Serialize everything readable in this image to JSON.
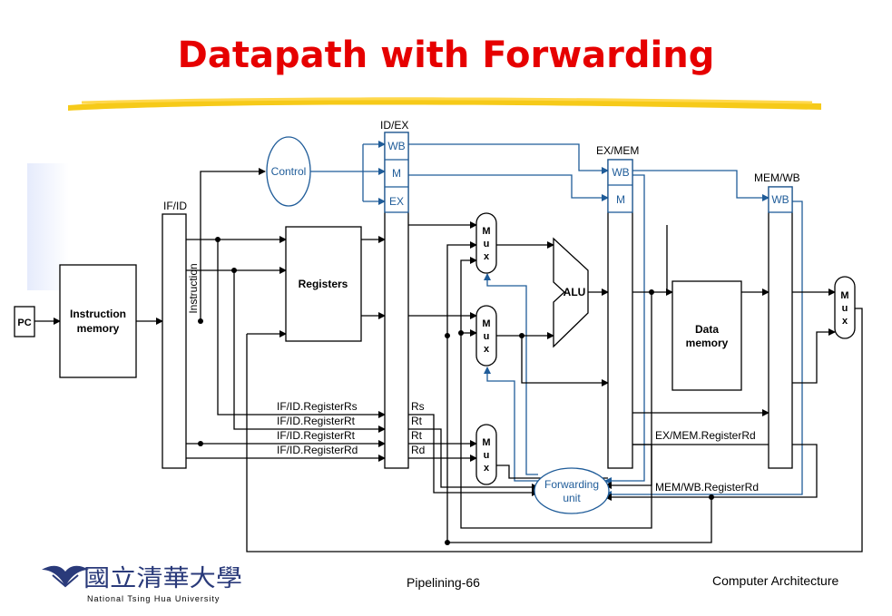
{
  "slide": {
    "title": "Datapath with Forwarding",
    "footer_center": "Pipelining-66",
    "footer_right": "Computer Architecture",
    "logo_chinese": "國立清華大學",
    "logo_english": "National Tsing Hua University"
  },
  "diagram": {
    "pc": "PC",
    "instruction_memory": [
      "Instruction",
      "memory"
    ],
    "if_id": "IF/ID",
    "instruction_label": "Instruction",
    "control": "Control",
    "registers": "Registers",
    "id_ex": "ID/EX",
    "id_ex_fields": [
      "WB",
      "M",
      "EX"
    ],
    "ex_mem": "EX/MEM",
    "ex_mem_fields": [
      "WB",
      "M"
    ],
    "mem_wb": "MEM/WB",
    "mem_wb_fields": [
      "WB"
    ],
    "mux": [
      "M",
      "u",
      "x"
    ],
    "alu": "ALU",
    "data_memory": [
      "Data",
      "memory"
    ],
    "forwarding_unit": [
      "Forwarding",
      "unit"
    ],
    "register_fields": [
      "IF/ID.RegisterRs",
      "IF/ID.RegisterRt",
      "IF/ID.RegisterRt",
      "IF/ID.RegisterRd"
    ],
    "register_short": [
      "Rs",
      "Rt",
      "Rt",
      "Rd"
    ],
    "ex_mem_rd": "EX/MEM.RegisterRd",
    "mem_wb_rd": "MEM/WB.RegisterRd"
  },
  "colors": {
    "title": "#e60000",
    "control_lines": "#1f5c99",
    "highlight_bar": "#f5c400"
  }
}
